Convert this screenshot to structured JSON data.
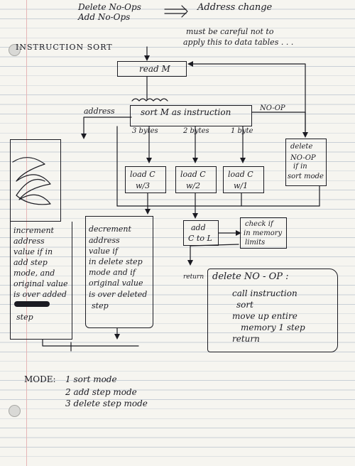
{
  "header": {
    "line1": "Delete No-Ops",
    "line2": "Add No-Ops",
    "arrow_label": "Address change",
    "note_line1": "must be careful not to",
    "note_line2": "apply this to data tables . . ."
  },
  "title": "INSTRUCTION SORT",
  "read_box": "read M",
  "sort_box": "sort M as instruction",
  "branches": {
    "address": "address",
    "no_op": "NO-OP",
    "bytes3": "3 bytes",
    "bytes2": "2 bytes",
    "bytes1": "1 byte"
  },
  "delete_box": [
    "delete",
    "NO-OP",
    "if in",
    "sort mode"
  ],
  "load_boxes": [
    [
      "load C",
      "w/3"
    ],
    [
      "load C",
      "w/2"
    ],
    [
      "load C",
      "w/1"
    ]
  ],
  "add_box": [
    "add",
    "C to L"
  ],
  "check_box": [
    "check if",
    "in memory",
    "limits"
  ],
  "return_label": "return",
  "increment_box": [
    "increment",
    "address",
    "value if in",
    "add step",
    "mode, and",
    "original value",
    "is over added",
    "step"
  ],
  "decrement_box": [
    "decrement",
    "address",
    "value if",
    "in delete step",
    "mode and if",
    "original value",
    "is over deleted",
    "step"
  ],
  "delete_noop_routine": {
    "title": "delete NO - OP :",
    "lines": [
      "call instruction",
      "sort",
      "move up entire",
      "memory 1 step",
      "return"
    ]
  },
  "modes": {
    "label": "MODE:",
    "items": [
      "1   sort mode",
      "2   add step mode",
      "3   delete step mode"
    ]
  }
}
